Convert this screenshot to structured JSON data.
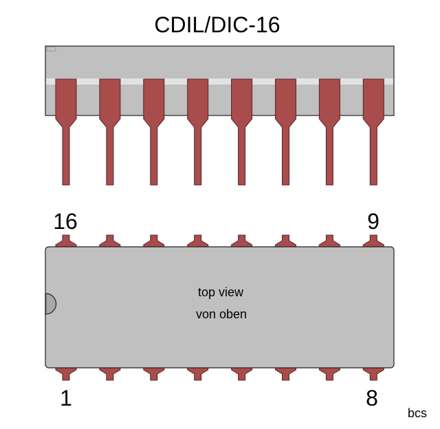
{
  "title": "CDIL/DIC-16",
  "pin_labels": {
    "top_left": "16",
    "top_right": "9",
    "bottom_left": "1",
    "bottom_right": "8"
  },
  "top_view_lines": [
    "top view",
    "von oben"
  ],
  "author": "bcs",
  "pins_per_side": 8,
  "colors": {
    "body": "#c0c0c0",
    "band": "#e2e2e2",
    "pin": "#a94c4c",
    "notch": "#a8a8a8",
    "stroke": "#222222"
  }
}
